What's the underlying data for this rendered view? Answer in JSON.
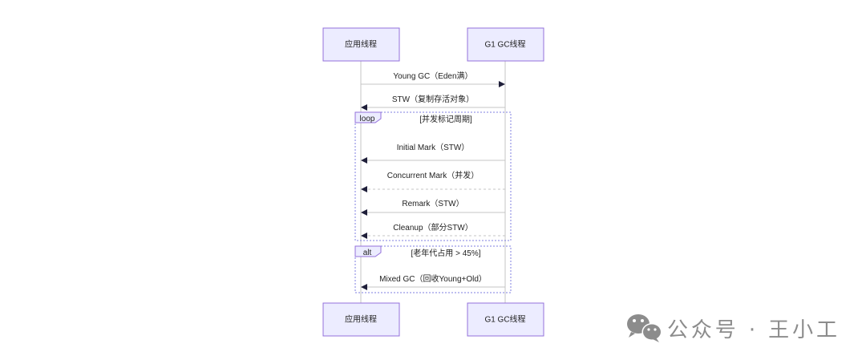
{
  "participants": {
    "app_thread": "应用线程",
    "gc_thread": "G1 GC线程"
  },
  "messages": [
    "Young GC（Eden满）",
    "STW（复制存活对象）",
    "Initial Mark（STW）",
    "Concurrent Mark（并发）",
    "Remark（STW）",
    "Cleanup（部分STW）",
    "Mixed GC（回收Young+Old）"
  ],
  "loop": {
    "keyword": "loop",
    "condition": "[并发标记周期]"
  },
  "alt": {
    "keyword": "alt",
    "condition": "[老年代占用 > 45%]"
  },
  "watermark": {
    "text": "公众号 · 王小工",
    "icon": "wechat-icon"
  },
  "colors": {
    "actor_fill": "#ECECFF",
    "actor_stroke": "#9370DB",
    "frame_stroke": "#7F7FE0",
    "watermark": "#8C8C8C"
  }
}
